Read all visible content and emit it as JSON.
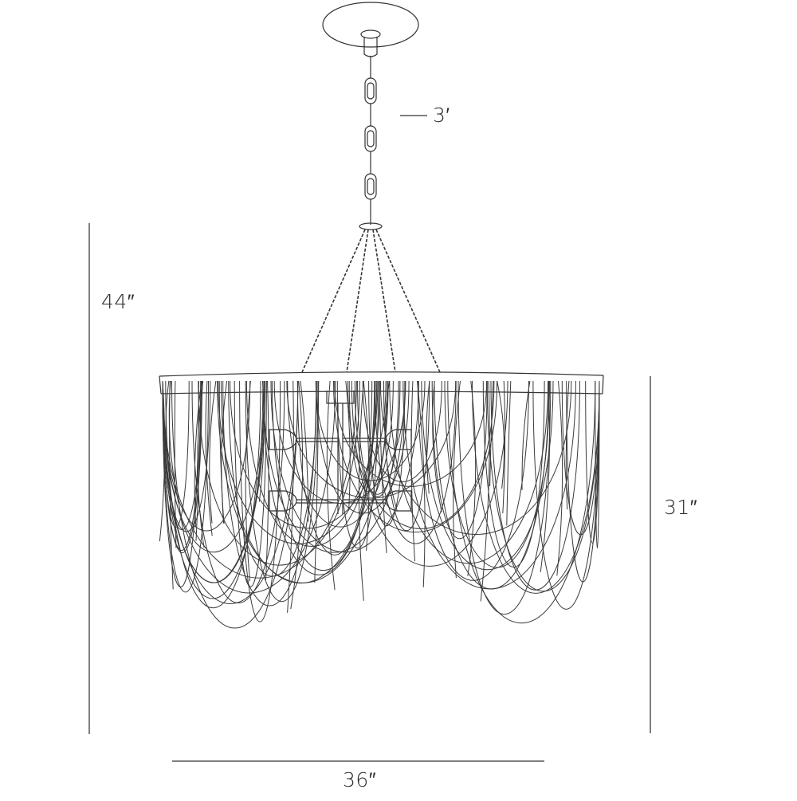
{
  "diagram": {
    "subject": "Draped-chain chandelier pendant, front elevation line drawing",
    "stroke_color": "#333333",
    "dimension_line_color": "#555555",
    "background": "#ffffff"
  },
  "dimensions": {
    "chain_length": {
      "label": "3′"
    },
    "overall_height": {
      "label": "44″"
    },
    "body_height": {
      "label": "31″"
    },
    "width": {
      "label": "36″"
    }
  },
  "parts": {
    "canopy": "ceiling-canopy",
    "suspension_chain": "chain-links",
    "support_chains": 4,
    "drum_ring": "top-ring",
    "lamp_sockets": 4,
    "draped_strands": "draped-chains"
  }
}
